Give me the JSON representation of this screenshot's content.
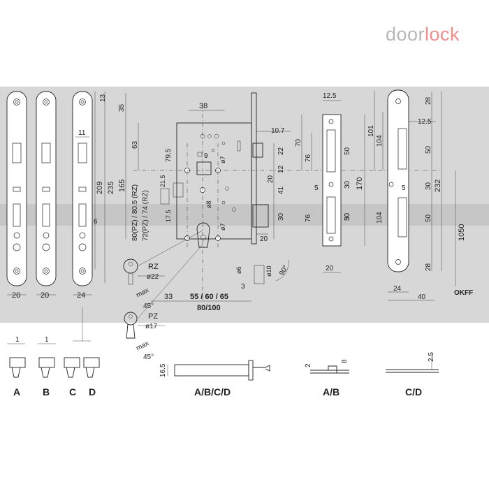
{
  "brand": {
    "part1": "door",
    "part2": "lock",
    "color_grey": "#b7b7b7",
    "color_red": "#f08d8d"
  },
  "colors": {
    "band": "#d7d7d7",
    "line": "#222222"
  },
  "labels": {
    "variant_a": "A",
    "variant_b": "B",
    "variant_c": "C",
    "variant_d": "D",
    "section_abcd": "A/B/C/D",
    "section_ab": "A/B",
    "section_cd": "C/D",
    "okff": "OKFF",
    "rz": "RZ",
    "pz": "PZ",
    "max": "max",
    "angle45a": "45°",
    "angle45b": "45°",
    "angle90": "90°",
    "dia22": "ø22",
    "dia17": "ø17",
    "dia9": "9",
    "dia7a": "ø7",
    "dia7b": "ø7",
    "dia8": "ø8",
    "dia6": "ø6",
    "dia10": "ø10"
  },
  "dims": {
    "w20a": "20",
    "w20b": "20",
    "w24a": "24",
    "d11": "11",
    "d13": "13",
    "d6": "6",
    "d209": "209",
    "d235": "235",
    "d35": "35",
    "d165": "165",
    "d63": "63",
    "d795": "79.5",
    "d80rz": "80(PZ) / 80.5 (RZ)",
    "d72rz": "72(PZ) / 74 (RZ)",
    "d215": "21.5",
    "d175": "17.5",
    "d38": "38",
    "d107": "10.7",
    "d22": "22",
    "d12": "12",
    "d20a": "20",
    "d41": "41",
    "d30a": "30",
    "d20b": "20",
    "d33": "33",
    "d556065": "55 / 60 / 65",
    "d80100": "80/100",
    "d3": "3",
    "d1a": "1",
    "d1b": "1",
    "d125a": "12.5",
    "d70": "70",
    "d76a": "76",
    "d50a": "50",
    "d30b": "30",
    "d5a": "5",
    "d170": "170",
    "d30c": "30",
    "d76b": "76",
    "d50b": "50",
    "d20c": "20",
    "d125b": "12.5",
    "d28a": "28",
    "d101": "101",
    "d104a": "104",
    "d50c": "50",
    "d30d": "30",
    "d5b": "5",
    "d232": "232",
    "d1050": "1050",
    "d104b": "104",
    "d50d": "50",
    "d28b": "28",
    "d24b": "24",
    "d40": "40",
    "d165s": "16.5",
    "d2a": "2",
    "d8": "8",
    "d25": "2.5"
  }
}
